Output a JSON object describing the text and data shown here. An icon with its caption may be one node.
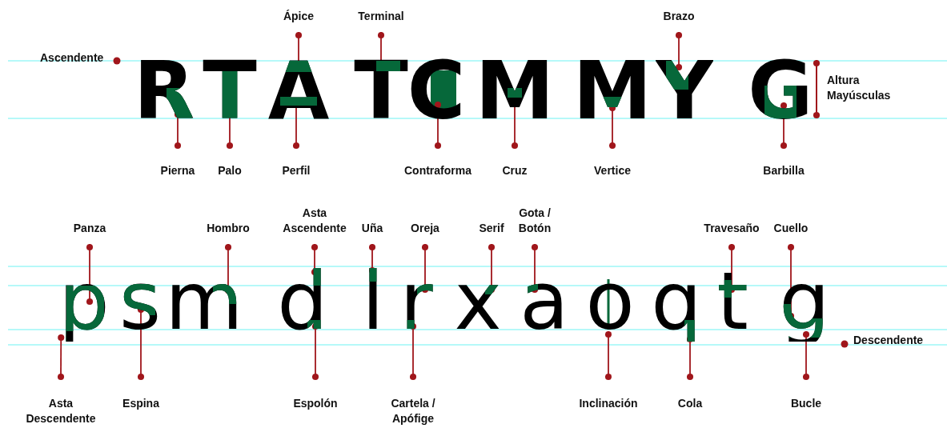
{
  "diagram": {
    "nodes": [
      {
        "text": [
          "Ápice"
        ]
      },
      {
        "text": [
          "Terminal"
        ]
      },
      {
        "text": [
          "Brazo"
        ]
      },
      {
        "text": [
          "Pierna"
        ]
      },
      {
        "text": [
          "Palo"
        ]
      },
      {
        "text": [
          "Perfil"
        ]
      },
      {
        "text": [
          "Contraforma"
        ]
      },
      {
        "text": [
          "Cruz"
        ]
      },
      {
        "text": [
          "Vertice"
        ]
      },
      {
        "text": [
          "Barbilla"
        ]
      },
      {
        "text": [
          "Panza"
        ]
      },
      {
        "text": [
          "Hombro"
        ]
      },
      {
        "text": [
          "Asta Ascendente"
        ]
      },
      {
        "text": [
          "Uña"
        ]
      },
      {
        "text": [
          "Oreja"
        ]
      },
      {
        "text": [
          "Serif"
        ]
      },
      {
        "text": [
          "Gota / Botón"
        ]
      },
      {
        "text": [
          "Travesaño"
        ]
      },
      {
        "text": [
          "Cuello"
        ]
      },
      {
        "text": [
          "Asta Descendente"
        ]
      },
      {
        "text": [
          "Espina"
        ]
      },
      {
        "text": [
          "Espolón"
        ]
      },
      {
        "text": [
          "Cartela / Apófige"
        ]
      },
      {
        "text": [
          "Inclinación"
        ]
      },
      {
        "text": [
          "Cola"
        ]
      },
      {
        "text": [
          "Bucle"
        ]
      },
      {
        "text": [
          "R"
        ]
      },
      {
        "text": [
          "T"
        ]
      },
      {
        "text": [
          "A"
        ]
      },
      {
        "text": [
          "T"
        ]
      },
      {
        "text": [
          "C"
        ]
      },
      {
        "text": [
          "M"
        ]
      },
      {
        "text": [
          "M"
        ]
      },
      {
        "text": [
          "Y"
        ]
      },
      {
        "text": [
          "G"
        ]
      },
      {
        "text": [
          "p"
        ]
      },
      {
        "text": [
          "s"
        ]
      },
      {
        "text": [
          "m"
        ]
      },
      {
        "text": [
          "d"
        ]
      },
      {
        "text": [
          "l"
        ]
      },
      {
        "text": [
          "r"
        ]
      },
      {
        "text": [
          "x"
        ]
      },
      {
        "text": [
          "a"
        ]
      },
      {
        "text": [
          "o"
        ]
      },
      {
        "text": [
          "q"
        ]
      },
      {
        "text": [
          "t"
        ]
      },
      {
        "text": [
          "g"
        ]
      }
    ],
    "edges": [
      {
        "from": 0,
        "to": 28,
        "arrow": "other"
      },
      {
        "from": 1,
        "to": 29,
        "arrow": "other"
      },
      {
        "from": 2,
        "to": 33,
        "arrow": "other"
      },
      {
        "from": 3,
        "to": 26,
        "arrow": "other"
      },
      {
        "from": 4,
        "to": 27,
        "arrow": "other"
      },
      {
        "from": 5,
        "to": 28,
        "arrow": "other"
      },
      {
        "from": 6,
        "to": 30,
        "arrow": "other"
      },
      {
        "from": 7,
        "to": 31,
        "arrow": "other"
      },
      {
        "from": 8,
        "to": 32,
        "arrow": "other"
      },
      {
        "from": 9,
        "to": 34,
        "arrow": "other"
      },
      {
        "from": 10,
        "to": 35,
        "arrow": "other"
      },
      {
        "from": 11,
        "to": 37,
        "arrow": "other"
      },
      {
        "from": 12,
        "to": 38,
        "arrow": "other"
      },
      {
        "from": 13,
        "to": 39,
        "arrow": "other"
      },
      {
        "from": 14,
        "to": 40,
        "arrow": "other"
      },
      {
        "from": 15,
        "to": 41,
        "arrow": "other"
      },
      {
        "from": 16,
        "to": 42,
        "arrow": "other"
      },
      {
        "from": 17,
        "to": 45,
        "arrow": "other"
      },
      {
        "from": 18,
        "to": 46,
        "arrow": "other"
      },
      {
        "from": 19,
        "to": 35,
        "arrow": "other"
      },
      {
        "from": 20,
        "to": 36,
        "arrow": "other"
      },
      {
        "from": 21,
        "to": 38,
        "arrow": "other"
      },
      {
        "from": 22,
        "to": 40,
        "arrow": "other"
      },
      {
        "from": 23,
        "to": 43,
        "arrow": "other"
      },
      {
        "from": 24,
        "to": 44,
        "arrow": "other"
      },
      {
        "from": 25,
        "to": 46,
        "arrow": "other"
      }
    ],
    "labels": [
      "Ascendente",
      "Altura Mayúsculas",
      "Descendente"
    ]
  }
}
